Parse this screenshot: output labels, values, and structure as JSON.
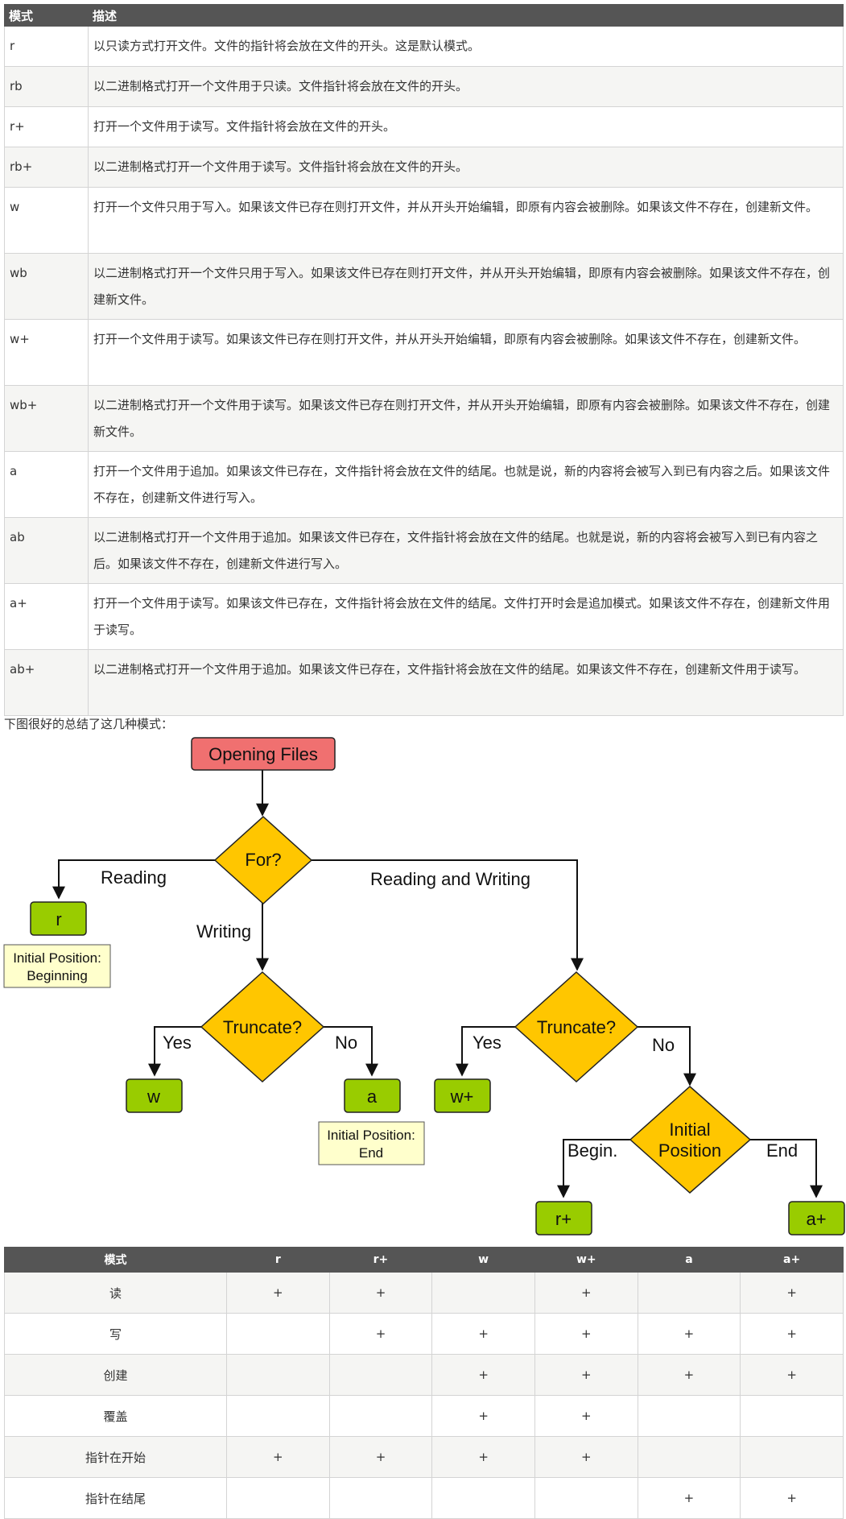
{
  "modes_table": {
    "headers": [
      "模式",
      "描述"
    ],
    "rows": [
      {
        "mode": "r",
        "desc": "以只读方式打开文件。文件的指针将会放在文件的开头。这是默认模式。"
      },
      {
        "mode": "rb",
        "desc": "以二进制格式打开一个文件用于只读。文件指针将会放在文件的开头。"
      },
      {
        "mode": "r+",
        "desc": "打开一个文件用于读写。文件指针将会放在文件的开头。"
      },
      {
        "mode": "rb+",
        "desc": "以二进制格式打开一个文件用于读写。文件指针将会放在文件的开头。"
      },
      {
        "mode": "w",
        "desc": "打开一个文件只用于写入。如果该文件已存在则打开文件，并从开头开始编辑，即原有内容会被删除。如果该文件不存在，创建新文件。"
      },
      {
        "mode": "wb",
        "desc": "以二进制格式打开一个文件只用于写入。如果该文件已存在则打开文件，并从开头开始编辑，即原有内容会被删除。如果该文件不存在，创建新文件。"
      },
      {
        "mode": "w+",
        "desc": "打开一个文件用于读写。如果该文件已存在则打开文件，并从开头开始编辑，即原有内容会被删除。如果该文件不存在，创建新文件。"
      },
      {
        "mode": "wb+",
        "desc": "以二进制格式打开一个文件用于读写。如果该文件已存在则打开文件，并从开头开始编辑，即原有内容会被删除。如果该文件不存在，创建新文件。"
      },
      {
        "mode": "a",
        "desc": "打开一个文件用于追加。如果该文件已存在，文件指针将会放在文件的结尾。也就是说，新的内容将会被写入到已有内容之后。如果该文件不存在，创建新文件进行写入。"
      },
      {
        "mode": "ab",
        "desc": "以二进制格式打开一个文件用于追加。如果该文件已存在，文件指针将会放在文件的结尾。也就是说，新的内容将会被写入到已有内容之后。如果该文件不存在，创建新文件进行写入。"
      },
      {
        "mode": "a+",
        "desc": "打开一个文件用于读写。如果该文件已存在，文件指针将会放在文件的结尾。文件打开时会是追加模式。如果该文件不存在，创建新文件用于读写。"
      },
      {
        "mode": "ab+",
        "desc": "以二进制格式打开一个文件用于追加。如果该文件已存在，文件指针将会放在文件的结尾。如果该文件不存在，创建新文件用于读写。"
      }
    ]
  },
  "caption": "下图很好的总结了这几种模式：",
  "flowchart": {
    "start": "Opening Files",
    "for": "For?",
    "reading": "Reading",
    "writing": "Writing",
    "reading_writing": "Reading and Writing",
    "truncate": "Truncate?",
    "yes": "Yes",
    "no": "No",
    "initial_position_line1": "Initial",
    "initial_position_line2": "Position",
    "begin": "Begin.",
    "end": "End",
    "r": "r",
    "w": "w",
    "a": "a",
    "wplus": "w+",
    "rplus": "r+",
    "aplus": "a+",
    "note_ip": "Initial Position:",
    "note_beginning": "Beginning",
    "note_end": "End",
    "colors": {
      "start": "#f07070",
      "decision": "#ffc600",
      "mode": "#99cc00",
      "note": "#ffffcc"
    }
  },
  "summary_table": {
    "headers": [
      "模式",
      "r",
      "r+",
      "w",
      "w+",
      "a",
      "a+"
    ],
    "rows": [
      {
        "label": "读",
        "cells": [
          "+",
          "+",
          "",
          "+",
          "",
          "+"
        ]
      },
      {
        "label": "写",
        "cells": [
          "",
          "+",
          "+",
          "+",
          "+",
          "+"
        ]
      },
      {
        "label": "创建",
        "cells": [
          "",
          "",
          "+",
          "+",
          "+",
          "+"
        ]
      },
      {
        "label": "覆盖",
        "cells": [
          "",
          "",
          "+",
          "+",
          "",
          ""
        ]
      },
      {
        "label": "指针在开始",
        "cells": [
          "+",
          "+",
          "+",
          "+",
          "",
          ""
        ]
      },
      {
        "label": "指针在结尾",
        "cells": [
          "",
          "",
          "",
          "",
          "+",
          "+"
        ]
      }
    ]
  }
}
